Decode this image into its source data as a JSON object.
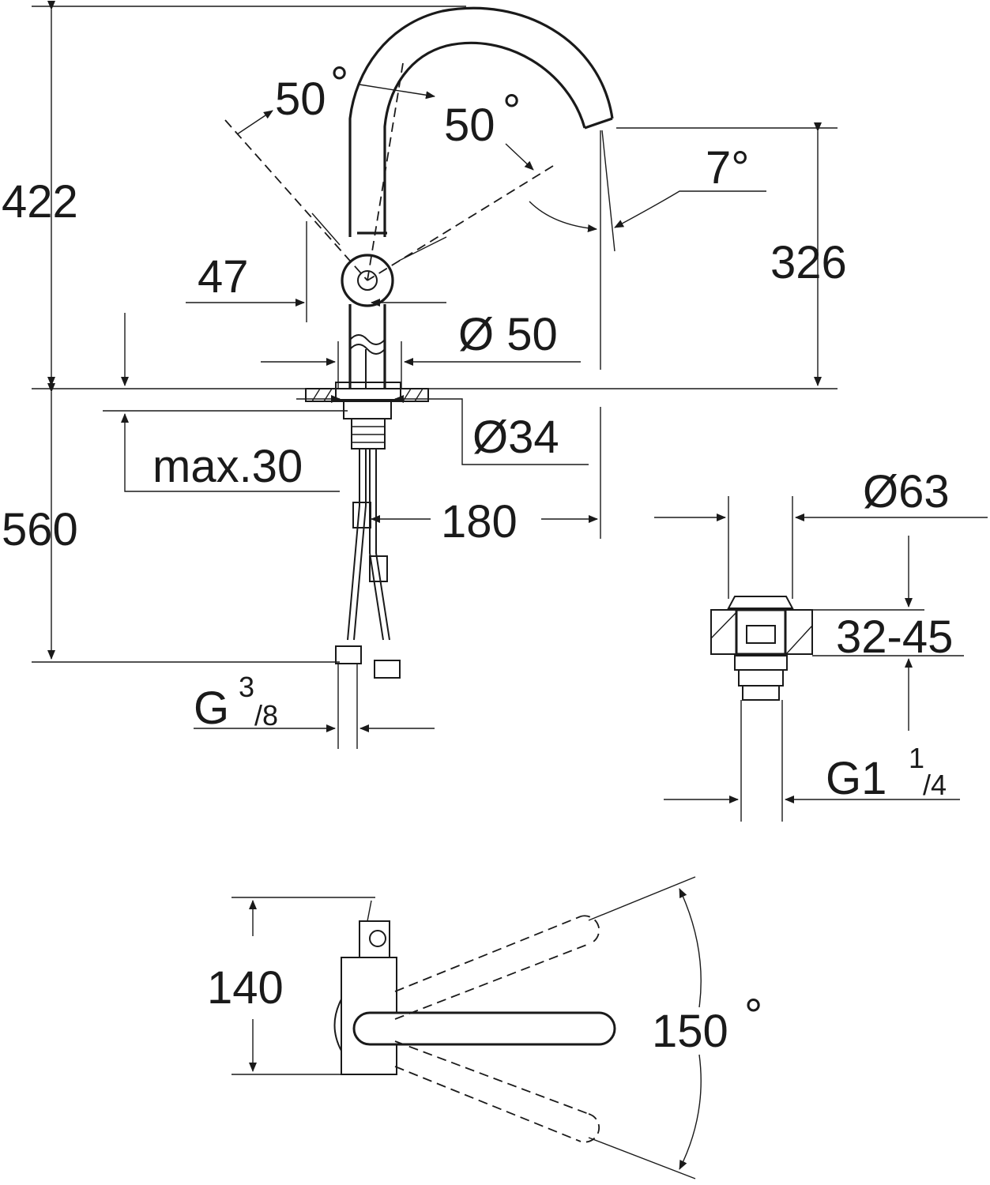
{
  "colors": {
    "line": "#1a1a1a",
    "background": "#ffffff"
  },
  "dimensions": {
    "angle_left": "50",
    "angle_right": "50",
    "degree_symbol": "°",
    "spout_angle": "7°",
    "total_height": "422",
    "spout_height": "326",
    "lever_offset": "47",
    "body_diameter": "Ø 50",
    "hole_diameter": "Ø34",
    "deck_thickness": "max.30",
    "below_deck": "560",
    "spout_reach": "180",
    "hose_thread_letter": "G",
    "hose_thread_num": "3",
    "hose_thread_den": "/8",
    "waste_diameter": "Ø63",
    "basin_thickness": "32-45",
    "waste_thread_main": "G1",
    "waste_thread_num": "1",
    "waste_thread_den": "/4",
    "lever_depth": "140",
    "rotation_angle": "150",
    "rotation_degree": "°"
  }
}
